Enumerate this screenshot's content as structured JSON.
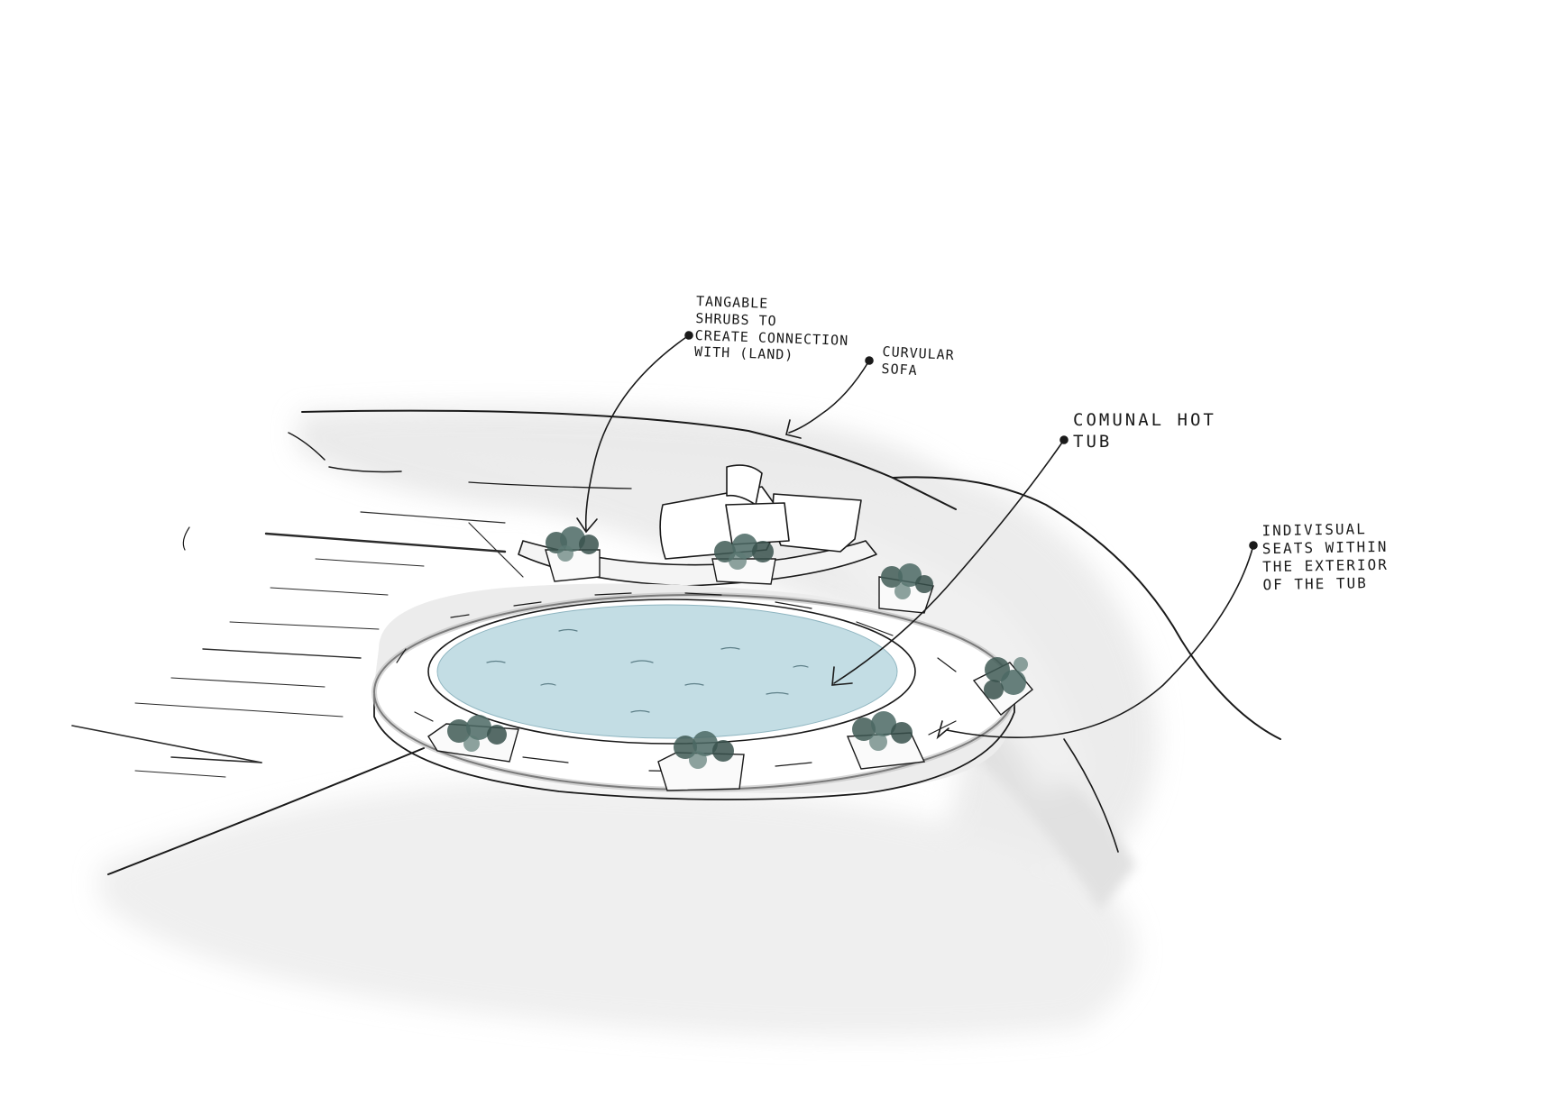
{
  "annotations": {
    "shrubs": "TANGABLE\nSHRUBS TO\nCREATE CONNECTION\nWITH (LAND)",
    "sofa": "CURVULAR\nSOFA",
    "hot_tub": "COMUNAL HOT\nTUB",
    "seats": "INDIVISUAL\nSEATS WITHIN\nTHE EXTERIOR\nOF THE TUB"
  },
  "colors": {
    "ink": "#1a1a1a",
    "water": "#c3dde4",
    "shadow": "#d6d6d6",
    "shrub": "#3f5a55"
  }
}
